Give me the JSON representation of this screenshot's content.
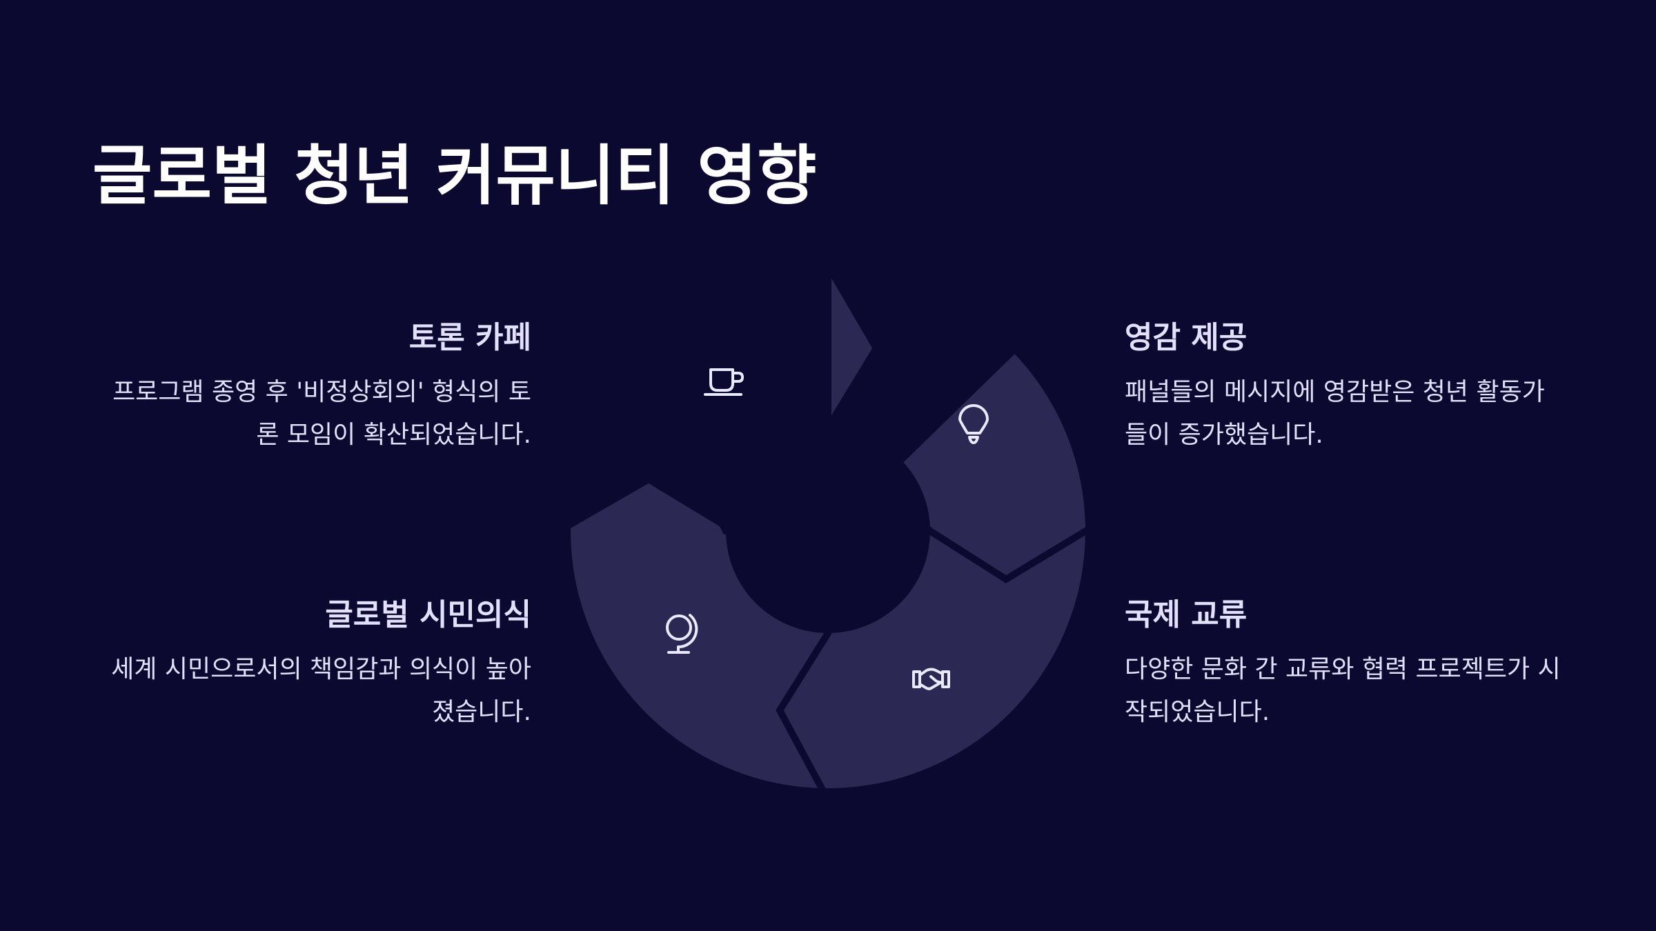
{
  "title": "글로벌 청년 커뮤니티 영향",
  "items": [
    {
      "title": "토론 카페",
      "text": "프로그램 종영 후 '비정상회의' 형식의 토론 모임이 확산되었습니다.",
      "icon": "coffee-cup-icon"
    },
    {
      "title": "영감 제공",
      "text": "패널들의 메시지에 영감받은 청년 활동가들이 증가했습니다.",
      "icon": "lightbulb-icon"
    },
    {
      "title": "글로벌 시민의식",
      "text": "세계 시민으로서의 책임감과 의식이 높아졌습니다.",
      "icon": "globe-icon"
    },
    {
      "title": "국제 교류",
      "text": "다양한 문화 간 교류와 협력 프로젝트가 시작되었습니다.",
      "icon": "handshake-icon"
    }
  ],
  "colors": {
    "background": "#0b0930",
    "segment": "#2b2953",
    "title": "#ffffff",
    "text": "#e2e0fb",
    "icon": "#ebe9ff"
  }
}
